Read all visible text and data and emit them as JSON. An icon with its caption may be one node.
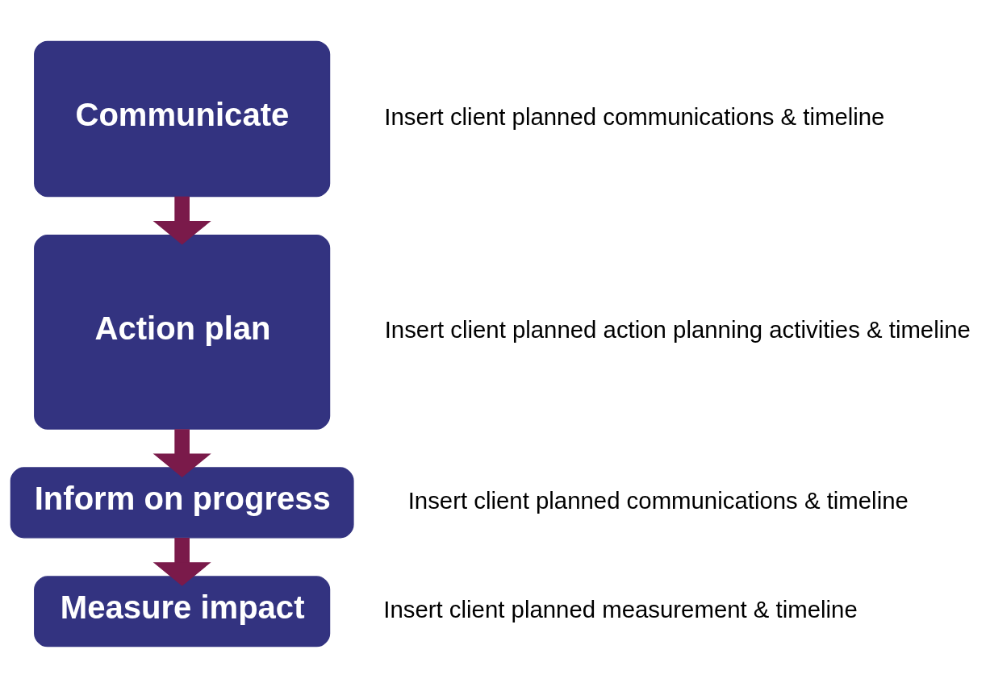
{
  "diagram": {
    "nodes": [
      {
        "text": [
          "Communicate"
        ],
        "beside": [
          "Insert client planned communications & timeline"
        ]
      },
      {
        "text": [
          "Action plan"
        ],
        "beside": [
          "Insert client planned action planning activities & timeline"
        ]
      },
      {
        "text": [
          "Inform on progress"
        ],
        "beside": [
          "Insert client planned communications & timeline"
        ]
      },
      {
        "text": [
          "Measure impact"
        ],
        "beside": [
          "Insert client planned measurement & timeline"
        ]
      }
    ],
    "edges": [
      {
        "from": 0,
        "to": 1,
        "arrow": "to"
      },
      {
        "from": 1,
        "to": 2,
        "arrow": "to"
      },
      {
        "from": 2,
        "to": 3,
        "arrow": "to"
      }
    ]
  }
}
